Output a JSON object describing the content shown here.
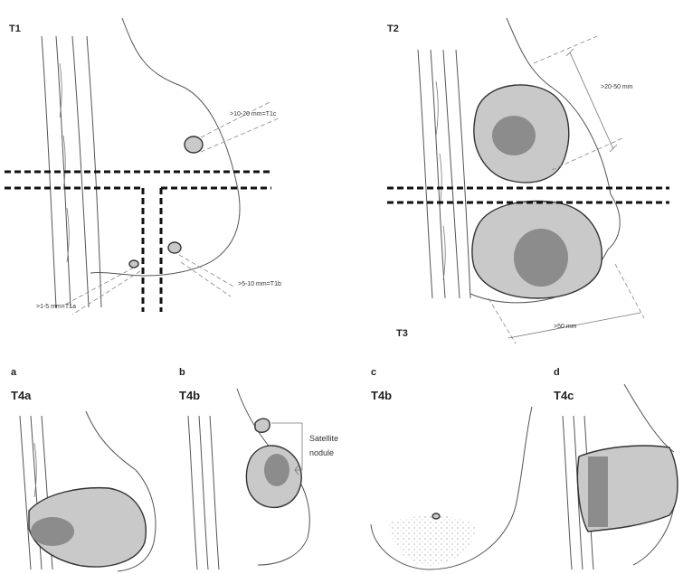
{
  "panels": {
    "t1": {
      "label": "T1",
      "annotation_c": ">10-20 mm=T1c",
      "annotation_b": ">5-10 mm=T1b",
      "annotation_a": ">1-5 mm=T1a"
    },
    "t2": {
      "label": "T2",
      "annotation": ">20-50 mm"
    },
    "t3": {
      "label": "T3",
      "annotation": ">50 mm"
    },
    "a": {
      "letter": "a",
      "label": "T4a"
    },
    "b": {
      "letter": "b",
      "label": "T4b",
      "annotation_line1": "Satellite",
      "annotation_line2": "nodule"
    },
    "c": {
      "letter": "c",
      "label": "T4b"
    },
    "d": {
      "letter": "d",
      "label": "T4c"
    }
  }
}
